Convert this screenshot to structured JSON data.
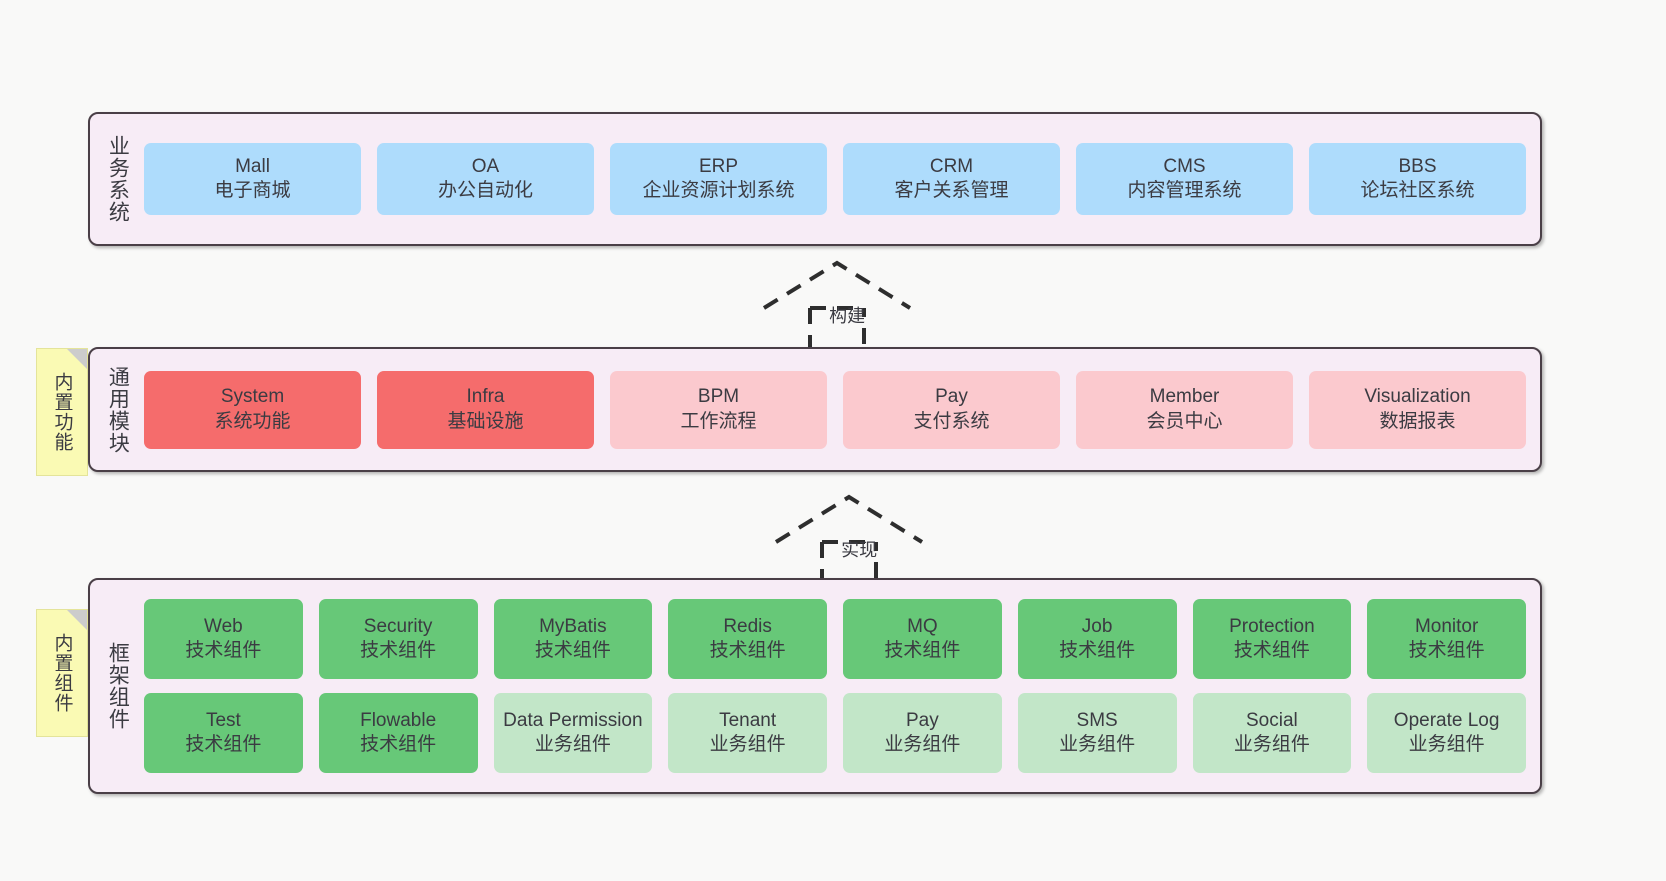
{
  "diagram": {
    "title_note_1": "内置功能",
    "title_note_2": "内置组件",
    "arrows": [
      {
        "name": "build",
        "label": "构建"
      },
      {
        "name": "implement",
        "label": "实现"
      }
    ],
    "colors": {
      "canvas": "#f9f9f8",
      "layer_bg": "#f7ecf6",
      "layer_border": "#4a3f47",
      "blue": "#aedcfc",
      "red": "#f56c6c",
      "pink": "#fbc9ce",
      "green": "#67c878",
      "light_green": "#c2e6c8",
      "sticky_yellow": "#fafab4",
      "sticky_fold": "#cccccc"
    }
  },
  "layers": [
    {
      "name": "business-system",
      "title": "业务系统",
      "rows": [
        [
          {
            "en": "Mall",
            "cn": "电子商城",
            "color": "c-blue"
          },
          {
            "en": "OA",
            "cn": "办公自动化",
            "color": "c-blue"
          },
          {
            "en": "ERP",
            "cn": "企业资源计划系统",
            "color": "c-blue"
          },
          {
            "en": "CRM",
            "cn": "客户关系管理",
            "color": "c-blue"
          },
          {
            "en": "CMS",
            "cn": "内容管理系统",
            "color": "c-blue"
          },
          {
            "en": "BBS",
            "cn": "论坛社区系统",
            "color": "c-blue"
          }
        ]
      ]
    },
    {
      "name": "common-module",
      "title": "通用模块",
      "rows": [
        [
          {
            "en": "System",
            "cn": "系统功能",
            "color": "c-red"
          },
          {
            "en": "Infra",
            "cn": "基础设施",
            "color": "c-red"
          },
          {
            "en": "BPM",
            "cn": "工作流程",
            "color": "c-pink"
          },
          {
            "en": "Pay",
            "cn": "支付系统",
            "color": "c-pink"
          },
          {
            "en": "Member",
            "cn": "会员中心",
            "color": "c-pink"
          },
          {
            "en": "Visualization",
            "cn": "数据报表",
            "color": "c-pink"
          }
        ]
      ]
    },
    {
      "name": "framework-component",
      "title": "框架组件",
      "rows": [
        [
          {
            "en": "Web",
            "cn": "技术组件",
            "color": "c-green"
          },
          {
            "en": "Security",
            "cn": "技术组件",
            "color": "c-green"
          },
          {
            "en": "MyBatis",
            "cn": "技术组件",
            "color": "c-green"
          },
          {
            "en": "Redis",
            "cn": "技术组件",
            "color": "c-green"
          },
          {
            "en": "MQ",
            "cn": "技术组件",
            "color": "c-green"
          },
          {
            "en": "Job",
            "cn": "技术组件",
            "color": "c-green"
          },
          {
            "en": "Protection",
            "cn": "技术组件",
            "color": "c-green"
          },
          {
            "en": "Monitor",
            "cn": "技术组件",
            "color": "c-green"
          }
        ],
        [
          {
            "en": "Test",
            "cn": "技术组件",
            "color": "c-green"
          },
          {
            "en": "Flowable",
            "cn": "技术组件",
            "color": "c-green"
          },
          {
            "en": "Data Permission",
            "cn": "业务组件",
            "color": "c-lightgreen"
          },
          {
            "en": "Tenant",
            "cn": "业务组件",
            "color": "c-lightgreen"
          },
          {
            "en": "Pay",
            "cn": "业务组件",
            "color": "c-lightgreen"
          },
          {
            "en": "SMS",
            "cn": "业务组件",
            "color": "c-lightgreen"
          },
          {
            "en": "Social",
            "cn": "业务组件",
            "color": "c-lightgreen"
          },
          {
            "en": "Operate Log",
            "cn": "业务组件",
            "color": "c-lightgreen"
          }
        ]
      ]
    }
  ]
}
